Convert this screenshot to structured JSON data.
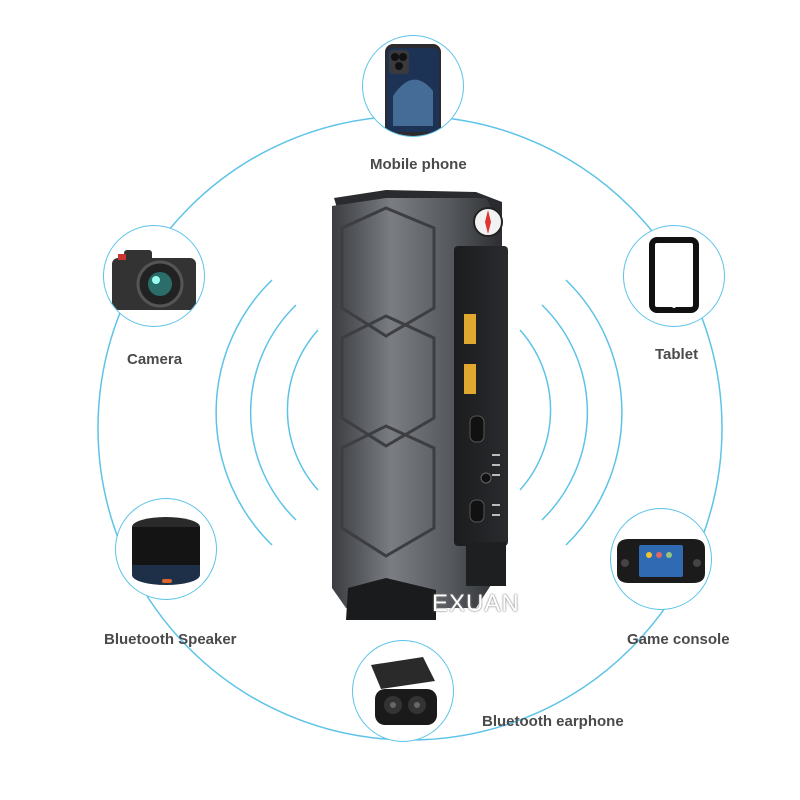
{
  "watermark": "EXUAN",
  "accent_color": "#5cc3e8",
  "devices": [
    {
      "label": "Mobile phone",
      "icon": "smartphone-icon"
    },
    {
      "label": "Tablet",
      "icon": "tablet-icon"
    },
    {
      "label": "Camera",
      "icon": "camera-icon"
    },
    {
      "label": "Game console",
      "icon": "handheld-console-icon"
    },
    {
      "label": "Bluetooth Speaker",
      "icon": "speaker-icon"
    },
    {
      "label": "Bluetooth earphone",
      "icon": "earbuds-case-icon"
    }
  ],
  "center_product": "power-bank-jump-starter-icon"
}
